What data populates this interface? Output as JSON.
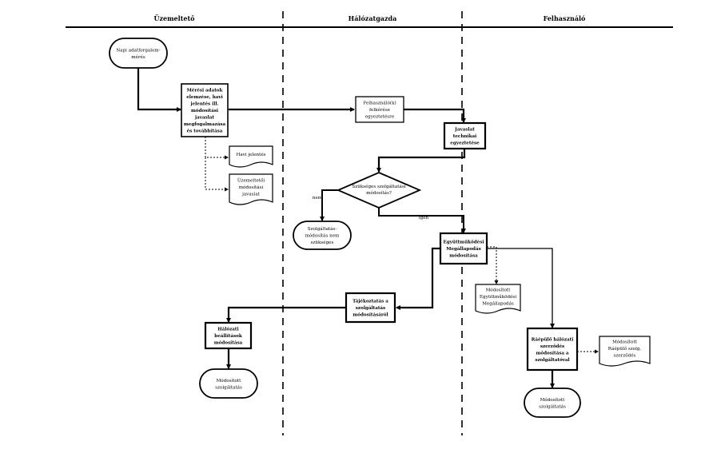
{
  "lanes": [
    "Üzemeltető",
    "Hálózatgazda",
    "Felhasználó"
  ],
  "nodes": {
    "start": [
      "Napi adatforgalom-",
      "mérés"
    ],
    "meres": [
      "Mérési adatok",
      "elemzése, havi",
      "jelentés ill.",
      "módosítási",
      "javaslat",
      "megfogalmazása",
      "és továbbítása"
    ],
    "havi_jelentes": [
      "Havi jelentés"
    ],
    "uzem_mod_javaslat": [
      "Üzemeltetői",
      "módosítási",
      "javaslat"
    ],
    "felh_egyeztetes": [
      "Felhasználó(k)",
      "felkérése",
      "egyeztetésre"
    ],
    "javaslat_egyeztetese": [
      "Javaslat",
      "technikai",
      "egyeztetése"
    ],
    "decision": [
      "Szükséges szolgáltatási",
      "módosítás?"
    ],
    "label_nem": "nem",
    "label_igen": "igen",
    "nem_szukseges": [
      "Szolgáltatás-",
      "módosítás nem",
      "szükséges"
    ],
    "egyuttmukodesi": [
      "Együttműködési",
      "Megállapodás",
      "módosítása"
    ],
    "modositott_egyuttm": [
      "Módosított",
      "Együttműködési",
      "Megállapodás"
    ],
    "tajekoztatas": [
      "Tájékoztatás a",
      "szolgáltatás",
      "módosításáról"
    ],
    "halozati_beall": [
      "Hálózati",
      "beállítások",
      "módosítása"
    ],
    "mod_szolg_left": [
      "Módosított",
      "szolgáltatás"
    ],
    "raepulo": [
      "Ráépülő hálózati",
      "szerződés",
      "módosítása a",
      "szolgáltatóval"
    ],
    "mod_raepulo": [
      "Módosított",
      "Ráépülő szolg.",
      "szerződés"
    ],
    "mod_szolg_right": [
      "Módosított",
      "szolgáltatás"
    ]
  }
}
